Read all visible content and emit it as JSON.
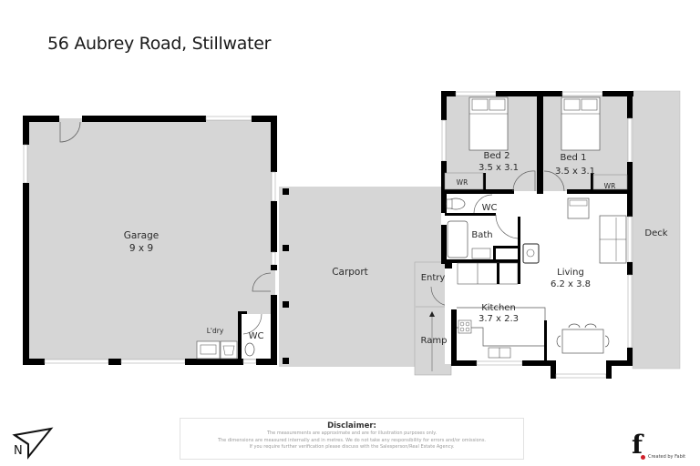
{
  "header": {
    "title": "56 Aubrey Road, Stillwater"
  },
  "rooms": {
    "garage": {
      "name": "Garage",
      "size": "9 x 9"
    },
    "laundry": {
      "name": "L'dry"
    },
    "garage_wc": {
      "name": "WC"
    },
    "carport": {
      "name": "Carport"
    },
    "entry": {
      "name": "Entry"
    },
    "ramp": {
      "name": "Ramp"
    },
    "bed2": {
      "name": "Bed 2",
      "size": "3.5 x 3.1",
      "wardrobe": "WR"
    },
    "bed1": {
      "name": "Bed 1",
      "size": "3.5 x 3.1",
      "wardrobe": "WR"
    },
    "wc": {
      "name": "WC"
    },
    "bath": {
      "name": "Bath"
    },
    "living": {
      "name": "Living",
      "size": "6.2 x 3.8"
    },
    "kitchen": {
      "name": "Kitchen",
      "size": "3.7 x 2.3"
    },
    "deck": {
      "name": "Deck"
    }
  },
  "disclaimer": {
    "title": "Disclaimer:",
    "lines": [
      "The measurements are approximate and are for illustration purposes only.",
      "The dimensions are measured internally and in metres. We do not take any responsibility for errors and/or omissions.",
      "If you require further verification please discuss with the Salesperson/Real Estate Agency."
    ]
  },
  "compass": {
    "label": "N"
  },
  "branding": {
    "logo_letter": "f",
    "credit": "Created by Fabit"
  },
  "colors": {
    "floor_grey": "#d6d6d6",
    "wall": "#000000",
    "brand_red": "#d0202a"
  }
}
